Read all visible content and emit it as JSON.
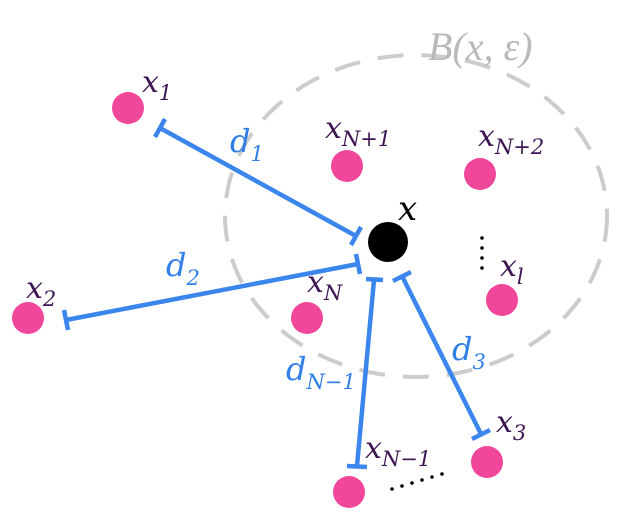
{
  "ball_label": "B(x, ε)",
  "center": {
    "main": "x"
  },
  "points": [
    {
      "main": "x",
      "sub": "1"
    },
    {
      "main": "x",
      "sub": "2"
    },
    {
      "main": "x",
      "sub": "N+1"
    },
    {
      "main": "x",
      "sub": "N+2"
    },
    {
      "main": "x",
      "sub": "l"
    },
    {
      "main": "x",
      "sub": "N"
    },
    {
      "main": "x",
      "sub": "3"
    },
    {
      "main": "x",
      "sub": "N−1"
    }
  ],
  "distances": [
    {
      "main": "d",
      "sub": "1"
    },
    {
      "main": "d",
      "sub": "2"
    },
    {
      "main": "d",
      "sub": "N−1"
    },
    {
      "main": "d",
      "sub": "3"
    }
  ],
  "colors": {
    "point": "#f0479b",
    "center": "#000000",
    "distance": "#3b86ec",
    "ball": "#cccccc",
    "label": "#3d1552"
  }
}
